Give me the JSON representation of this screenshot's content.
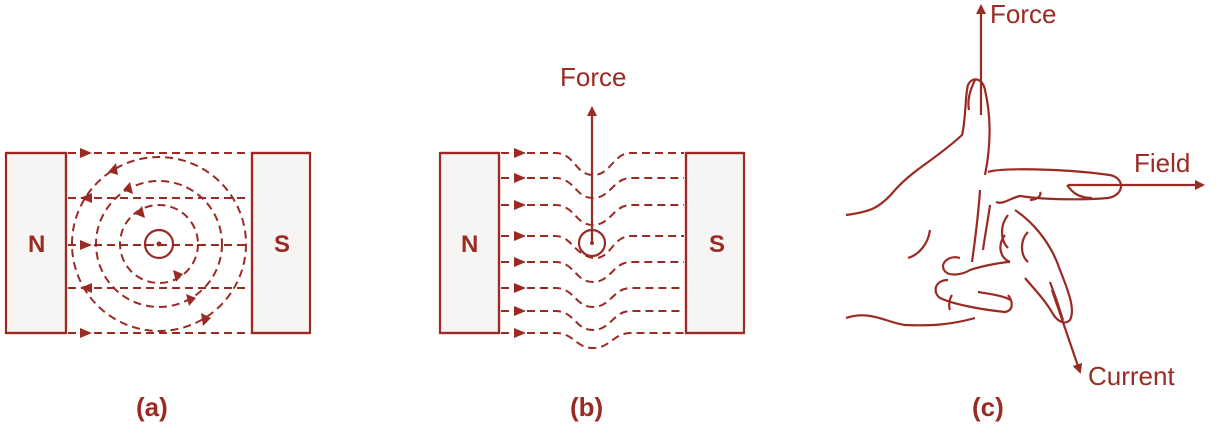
{
  "figure": {
    "color": "#9a2a24",
    "panels": [
      {
        "id": "a",
        "caption": "(a)",
        "north_label": "N",
        "south_label": "S",
        "description": "Uniform field between magnet poles with circular field around conductor (current out of page)"
      },
      {
        "id": "b",
        "caption": "(b)",
        "north_label": "N",
        "south_label": "S",
        "force_label": "Force",
        "description": "Resultant distorted field lines with upward force on conductor"
      },
      {
        "id": "c",
        "caption": "(c)",
        "force_label": "Force",
        "field_label": "Field",
        "current_label": "Current",
        "description": "Fleming's left-hand rule"
      }
    ]
  }
}
